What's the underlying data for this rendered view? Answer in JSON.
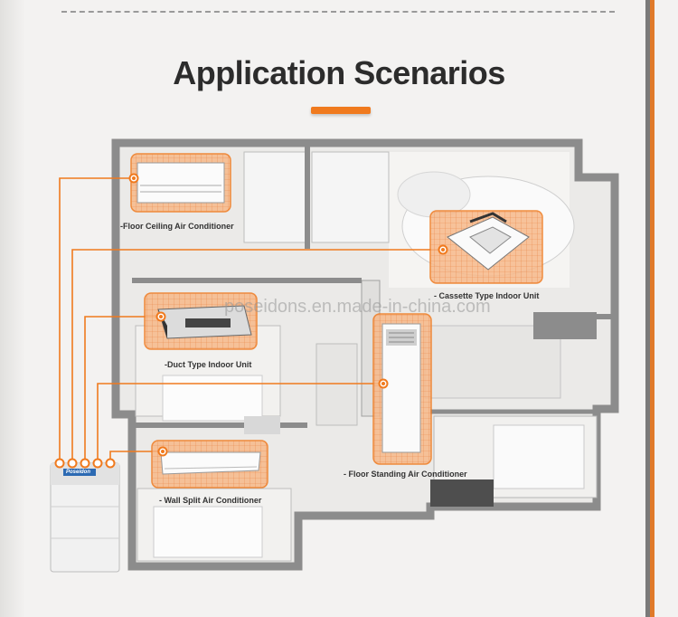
{
  "title": "Application Scenarios",
  "watermark": "poseidons.en.made-in-china.com",
  "outdoor_unit": {
    "brand": "Poseidon"
  },
  "units": [
    {
      "label": "-Floor Ceiling Air Conditioner"
    },
    {
      "label": "- Cassette Type Indoor Unit"
    },
    {
      "label": "-Duct Type Indoor Unit"
    },
    {
      "label": "- Floor Standing Air Conditioner"
    },
    {
      "label": "- Wall Split Air Conditioner"
    }
  ],
  "colors": {
    "accent": "#f07a1e",
    "highlight_fill": "#f7b98a",
    "line": "#f07a1e",
    "wall": "#8c8c8c"
  }
}
